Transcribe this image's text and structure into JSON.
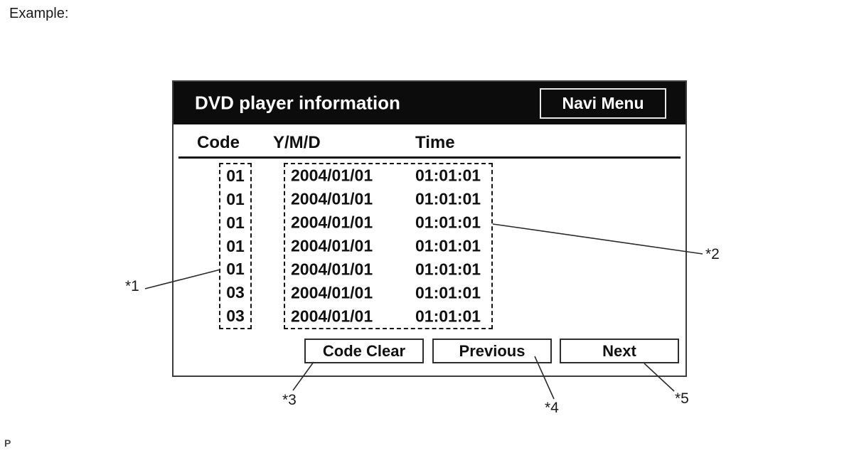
{
  "page": {
    "example_label": "Example:",
    "footer_text": "P"
  },
  "screen": {
    "title": "DVD player information",
    "navi_menu_label": "Navi Menu",
    "table": {
      "columns": [
        "Code",
        "Y/M/D",
        "Time"
      ],
      "rows": [
        {
          "code": "01",
          "date": "2004/01/01",
          "time": "01:01:01"
        },
        {
          "code": "01",
          "date": "2004/01/01",
          "time": "01:01:01"
        },
        {
          "code": "01",
          "date": "2004/01/01",
          "time": "01:01:01"
        },
        {
          "code": "01",
          "date": "2004/01/01",
          "time": "01:01:01"
        },
        {
          "code": "01",
          "date": "2004/01/01",
          "time": "01:01:01"
        },
        {
          "code": "03",
          "date": "2004/01/01",
          "time": "01:01:01"
        },
        {
          "code": "03",
          "date": "2004/01/01",
          "time": "01:01:01"
        }
      ]
    },
    "buttons": [
      "Code Clear",
      "Previous",
      "Next"
    ]
  },
  "callouts": [
    {
      "label": "*1",
      "target": "code-column"
    },
    {
      "label": "*2",
      "target": "datetime-column"
    },
    {
      "label": "*3",
      "target": "code-clear-button"
    },
    {
      "label": "*4",
      "target": "previous-button"
    },
    {
      "label": "*5",
      "target": "next-button"
    }
  ],
  "colors": {
    "titlebar_bg": "#0c0c0c",
    "titlebar_text": "#ffffff",
    "screen_border": "#3d3d3d",
    "text": "#111111",
    "leader_line": "#2b2b2b"
  }
}
